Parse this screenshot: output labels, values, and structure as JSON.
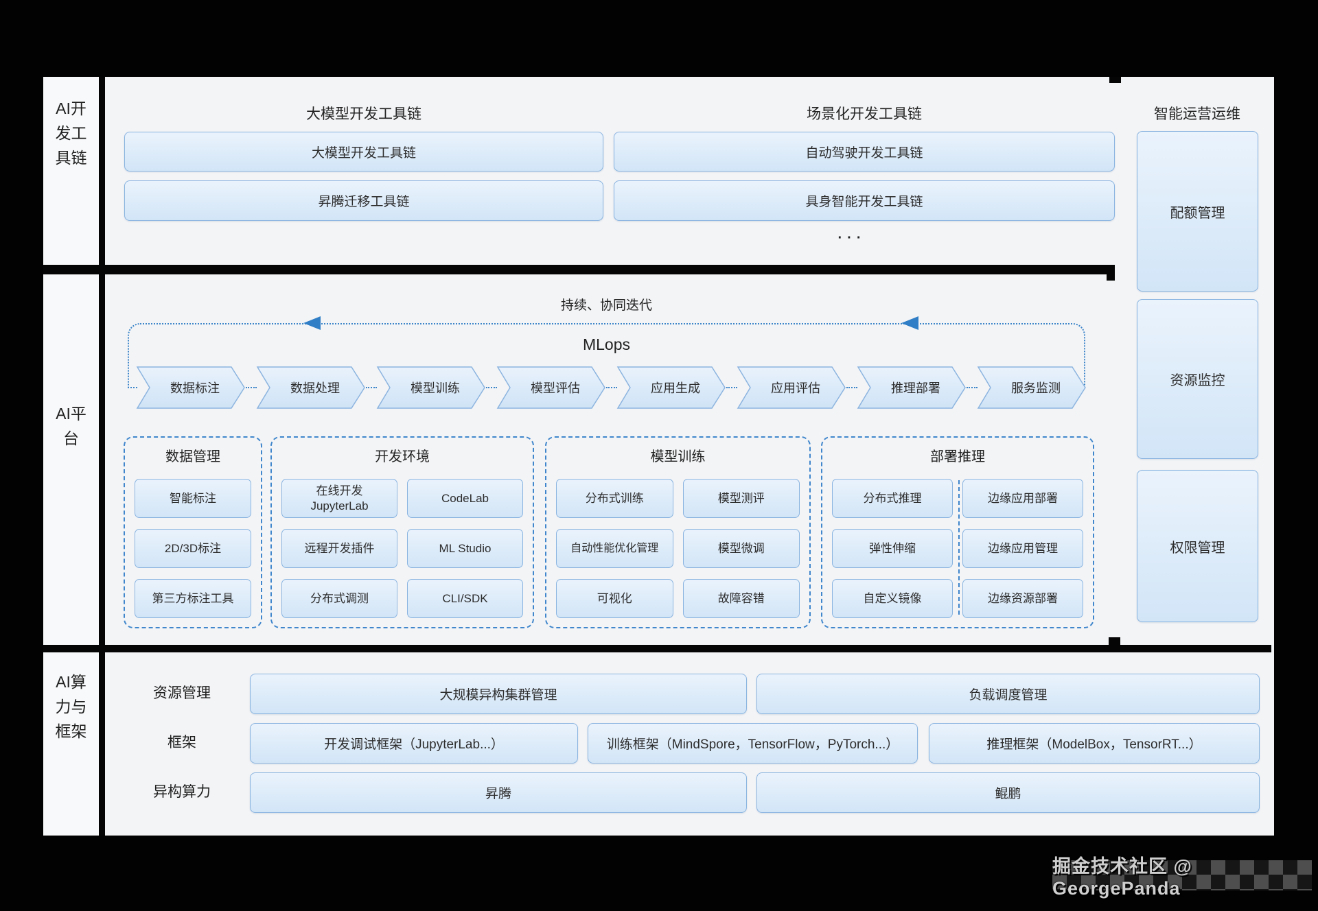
{
  "colors": {
    "accent_blue": "#3f86cc",
    "box_border": "#8ab4e0",
    "box_fill": "#d9e8f8",
    "canvas_gray": "#f3f4f6",
    "frame_black": "#050505"
  },
  "side_labels": {
    "toolchain": "AI开发工具链",
    "platform": "AI平台",
    "compute": "AI算力与框架"
  },
  "toolchain_section": {
    "left_header": "大模型开发工具链",
    "right_header": "场景化开发工具链",
    "left_boxes": [
      "大模型开发工具链",
      "昇腾迁移工具链"
    ],
    "right_boxes": [
      "自动驾驶开发工具链",
      "具身智能开发工具链"
    ],
    "ellipsis": "···"
  },
  "ops_panel": {
    "title": "智能运营运维",
    "boxes": [
      "配额管理",
      "资源监控",
      "权限管理"
    ]
  },
  "platform_section": {
    "loop_caption": "持续、协同迭代",
    "loop_title": "MLops",
    "pipeline": [
      "数据标注",
      "数据处理",
      "模型训练",
      "模型评估",
      "应用生成",
      "应用评估",
      "推理部署",
      "服务监测"
    ],
    "groups": [
      {
        "title": "数据管理",
        "items": [
          "智能标注",
          "2D/3D标注",
          "第三方标注工具"
        ]
      },
      {
        "title": "开发环境",
        "items": [
          "在线开发\nJupyterLab",
          "CodeLab",
          "远程开发插件",
          "ML Studio",
          "分布式调测",
          "CLI/SDK"
        ]
      },
      {
        "title": "模型训练",
        "items": [
          "分布式训练",
          "模型测评",
          "自动性能优化管理",
          "模型微调",
          "可视化",
          "故障容错"
        ]
      },
      {
        "title": "部署推理",
        "items": [
          "分布式推理",
          "边缘应用部署",
          "弹性伸缩",
          "边缘应用管理",
          "自定义镜像",
          "边缘资源部署"
        ]
      }
    ]
  },
  "compute_section": {
    "rows": [
      {
        "label": "资源管理",
        "boxes": [
          "大规模异构集群管理",
          "负载调度管理"
        ]
      },
      {
        "label": "框架",
        "boxes": [
          "开发调试框架（JupyterLab...）",
          "训练框架（MindSpore，TensorFlow，PyTorch...）",
          "推理框架（ModelBox，TensorRT...）"
        ]
      },
      {
        "label": "异构算力",
        "boxes": [
          "昇腾",
          "鲲鹏"
        ]
      }
    ]
  },
  "watermark": "掘金技术社区 @ GeorgePanda"
}
